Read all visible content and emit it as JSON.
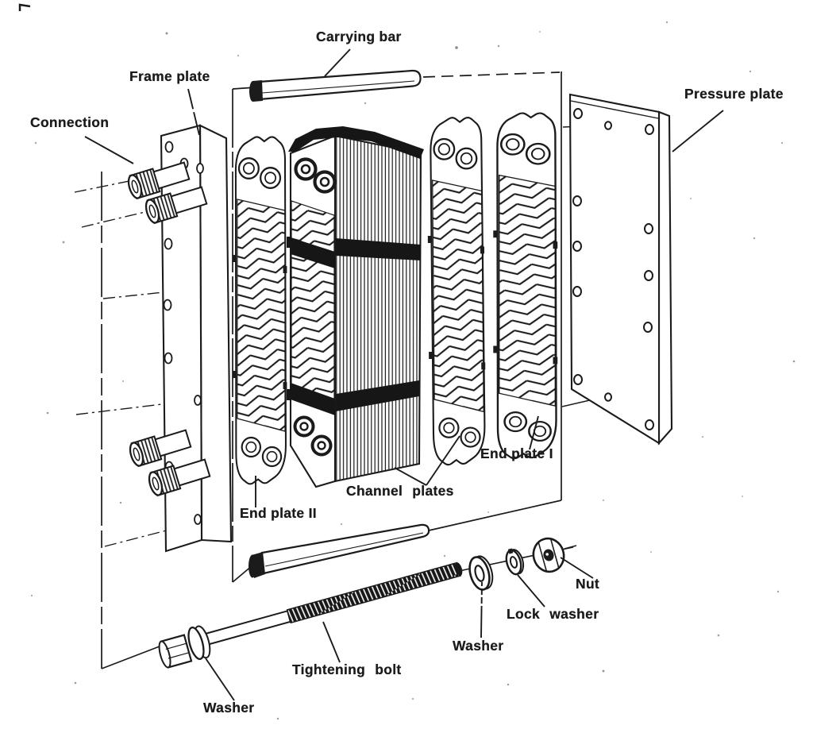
{
  "figure": {
    "kind": "exploded-view technical diagram",
    "subject": "plate heat exchanger assembly",
    "ink_color": "#1b1b1b",
    "paper_color": "#ffffff",
    "labels": {
      "carrying_bar": "Carrying bar",
      "frame_plate": "Frame plate",
      "connection": "Connection",
      "pressure_plate": "Pressure plate",
      "end_plate_i": "End plate I",
      "channel_plates": "Channel plates",
      "end_plate_ii": "End plate II",
      "nut": "Nut",
      "lock_washer": "Lock washer",
      "washer_upper": "Washer",
      "tightening_bolt": "Tightening bolt",
      "washer_lower": "Washer"
    }
  }
}
